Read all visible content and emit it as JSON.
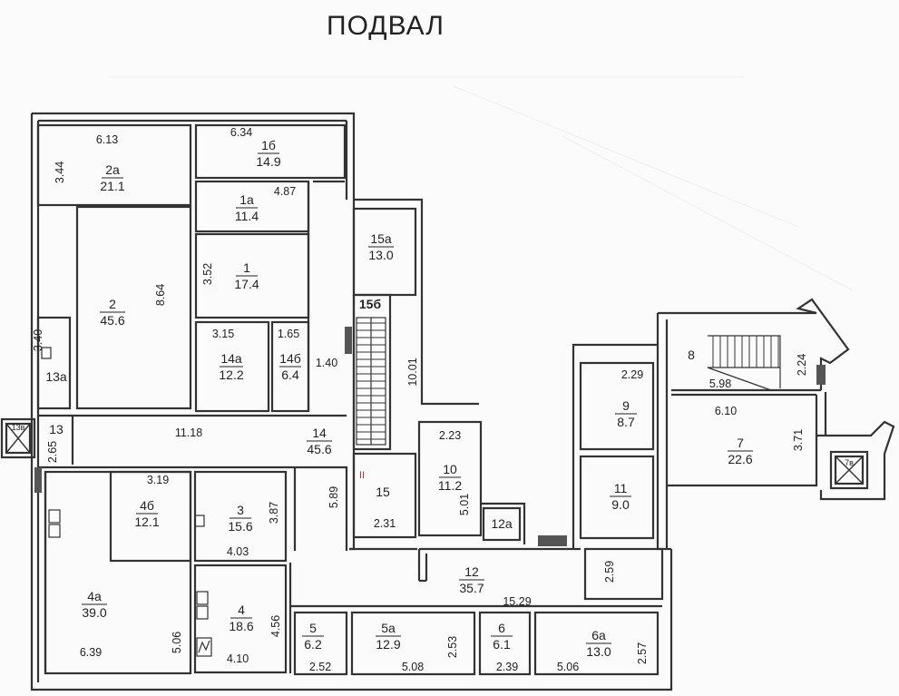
{
  "title": "ПОДВАЛ",
  "rooms": [
    {
      "id": "2а",
      "area": "21.1"
    },
    {
      "id": "1б",
      "area": "14.9"
    },
    {
      "id": "1а",
      "area": "11.4"
    },
    {
      "id": "15а",
      "area": "13.0"
    },
    {
      "id": "2",
      "area": "45.6"
    },
    {
      "id": "1",
      "area": "17.4"
    },
    {
      "id": "15б",
      "area": ""
    },
    {
      "id": "14а",
      "area": "12.2"
    },
    {
      "id": "14б",
      "area": "6.4"
    },
    {
      "id": "13а",
      "area": ""
    },
    {
      "id": "13",
      "area": ""
    },
    {
      "id": "14",
      "area": "45.6"
    },
    {
      "id": "4б",
      "area": "12.1"
    },
    {
      "id": "3",
      "area": "15.6"
    },
    {
      "id": "15",
      "area": ""
    },
    {
      "id": "10",
      "area": "11.2"
    },
    {
      "id": "12а",
      "area": ""
    },
    {
      "id": "8",
      "area": ""
    },
    {
      "id": "9",
      "area": "8.7"
    },
    {
      "id": "7",
      "area": "22.6"
    },
    {
      "id": "11",
      "area": "9.0"
    },
    {
      "id": "12",
      "area": "35.7"
    },
    {
      "id": "4а",
      "area": "39.0"
    },
    {
      "id": "4",
      "area": "18.6"
    },
    {
      "id": "5",
      "area": "6.2"
    },
    {
      "id": "5а",
      "area": "12.9"
    },
    {
      "id": "6",
      "area": "6.1"
    },
    {
      "id": "6а",
      "area": "13.0"
    }
  ],
  "dimensions": [
    "6.13",
    "3.44",
    "6.34",
    "4.87",
    "8.64",
    "3.52",
    "3.40",
    "3.15",
    "1.65",
    "1.40",
    "10.01",
    "11.18",
    "2.65",
    "2.23",
    "2.29",
    "5.98",
    "2.24",
    "6.10",
    "3.71",
    "3.19",
    "3.87",
    "5.89",
    "5.01",
    "2.31",
    "4.03",
    "2.59",
    "15.29",
    "6.39",
    "5.06",
    "4.10",
    "4.56",
    "2.52",
    "5.08",
    "2.53",
    "2.39",
    "5.06",
    "2.57"
  ],
  "markers": [
    "13в",
    "7в",
    "II"
  ]
}
